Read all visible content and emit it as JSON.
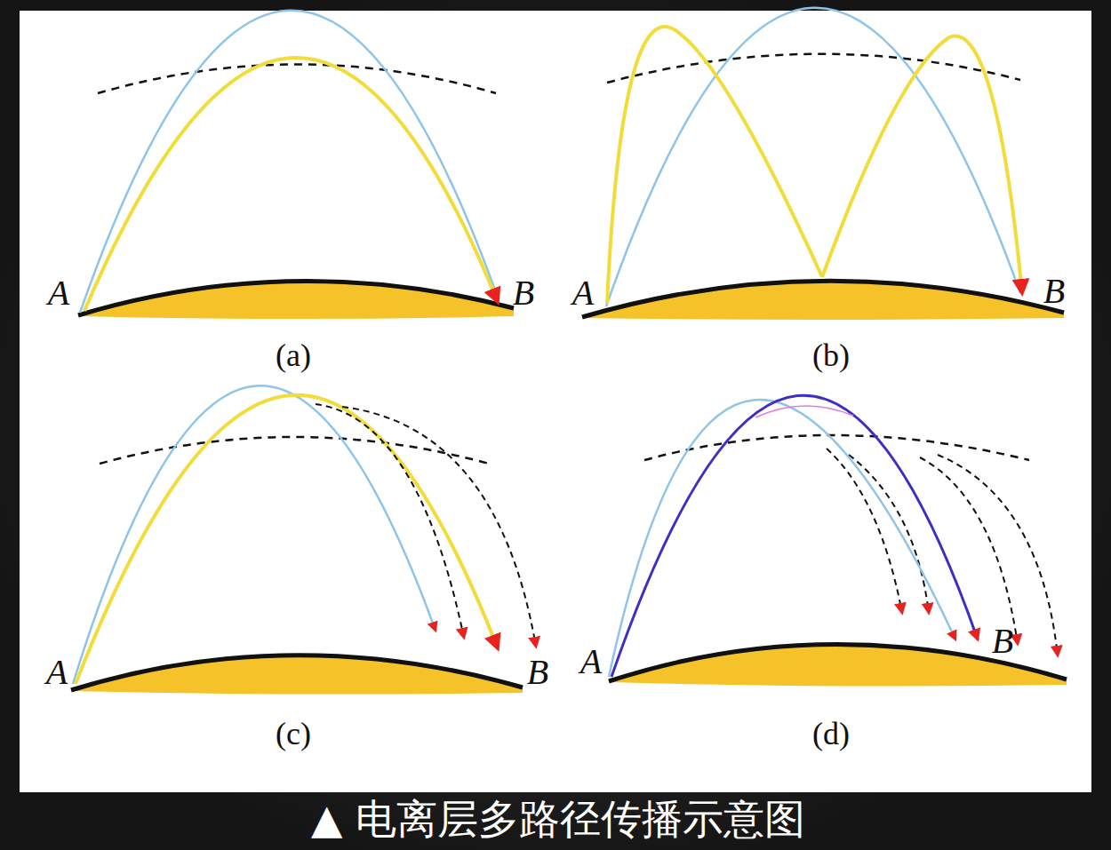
{
  "diagram": {
    "caption": "▲ 电离层多路径传播示意图",
    "labels": [
      "A",
      "B",
      "(a)",
      "A",
      "B",
      "(b)",
      "A",
      "B",
      "(c)",
      "A",
      "B",
      "(d)"
    ]
  }
}
